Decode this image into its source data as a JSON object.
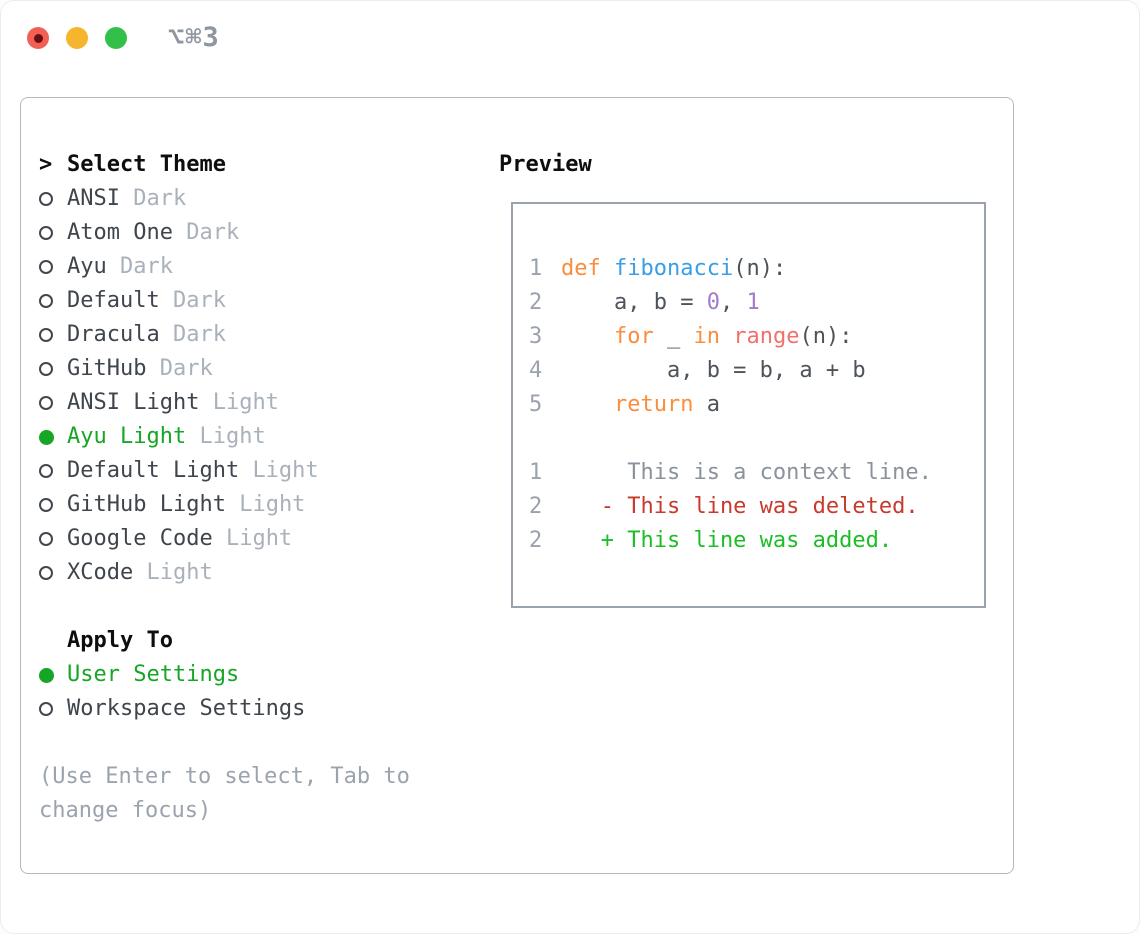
{
  "titlebar": {
    "shortcut": "⌥⌘3"
  },
  "colors": {
    "accent": "#16a626",
    "added": "#1cbe26",
    "deleted": "#c83a2d",
    "kw": "#fa8d3e",
    "fn": "#399ee6",
    "num": "#a37acc",
    "rng": "#f0716b",
    "code": "#4d535b",
    "gutter": "#9aa2ac",
    "ctx": "#8a929c",
    "name": "#3f454c",
    "variant": "#a9b1bb",
    "heading": "#0c0e10",
    "help": "#9aa3ae",
    "border_main": "#b3b9c3",
    "border_preview": "#9aa2ad",
    "light_red": "#f35e56",
    "light_red_dot": "#661110",
    "light_yellow": "#f5b62e",
    "light_green": "#33c048",
    "shortcut": "#8e969f"
  },
  "left": {
    "cursor": ">",
    "header": "Select Theme",
    "themes": [
      {
        "name": "ANSI",
        "variant": "Dark",
        "selected": false
      },
      {
        "name": "Atom One",
        "variant": "Dark",
        "selected": false
      },
      {
        "name": "Ayu",
        "variant": "Dark",
        "selected": false
      },
      {
        "name": "Default",
        "variant": "Dark",
        "selected": false
      },
      {
        "name": "Dracula",
        "variant": "Dark",
        "selected": false
      },
      {
        "name": "GitHub",
        "variant": "Dark",
        "selected": false
      },
      {
        "name": "ANSI Light",
        "variant": "Light",
        "selected": false
      },
      {
        "name": "Ayu Light",
        "variant": "Light",
        "selected": true
      },
      {
        "name": "Default Light",
        "variant": "Light",
        "selected": false
      },
      {
        "name": "GitHub Light",
        "variant": "Light",
        "selected": false
      },
      {
        "name": "Google Code",
        "variant": "Light",
        "selected": false
      },
      {
        "name": "XCode",
        "variant": "Light",
        "selected": false
      }
    ],
    "apply_header": "Apply To",
    "apply_options": [
      {
        "label": "User Settings",
        "selected": true
      },
      {
        "label": "Workspace Settings",
        "selected": false
      }
    ],
    "help": "(Use Enter to select, Tab to change focus)"
  },
  "preview": {
    "header": "Preview",
    "lines": [
      {
        "num": "1",
        "tokens": [
          [
            "def ",
            "kw"
          ],
          [
            "fibonacci",
            "fn"
          ],
          [
            "(n):",
            "df"
          ]
        ]
      },
      {
        "num": "2",
        "tokens": [
          [
            "    a, b = ",
            "df"
          ],
          [
            "0",
            "num"
          ],
          [
            ", ",
            "df"
          ],
          [
            "1",
            "num"
          ]
        ]
      },
      {
        "num": "3",
        "tokens": [
          [
            "    ",
            "df"
          ],
          [
            "for ",
            "kw"
          ],
          [
            "_ ",
            "df"
          ],
          [
            "in ",
            "kw"
          ],
          [
            "range",
            "rg"
          ],
          [
            "(n):",
            "df"
          ]
        ]
      },
      {
        "num": "4",
        "tokens": [
          [
            "        a, b = b, a + b",
            "df"
          ]
        ]
      },
      {
        "num": "5",
        "tokens": [
          [
            "    ",
            "df"
          ],
          [
            "return ",
            "kw"
          ],
          [
            "a",
            "df"
          ]
        ]
      },
      {
        "num": "",
        "tokens": []
      },
      {
        "num": "1",
        "tokens": [
          [
            "     This is a context line.",
            "ctx"
          ]
        ]
      },
      {
        "num": "2",
        "tokens": [
          [
            "   - This line was deleted.",
            "del"
          ]
        ]
      },
      {
        "num": "2",
        "tokens": [
          [
            "   + This line was added.",
            "add"
          ]
        ]
      }
    ]
  }
}
